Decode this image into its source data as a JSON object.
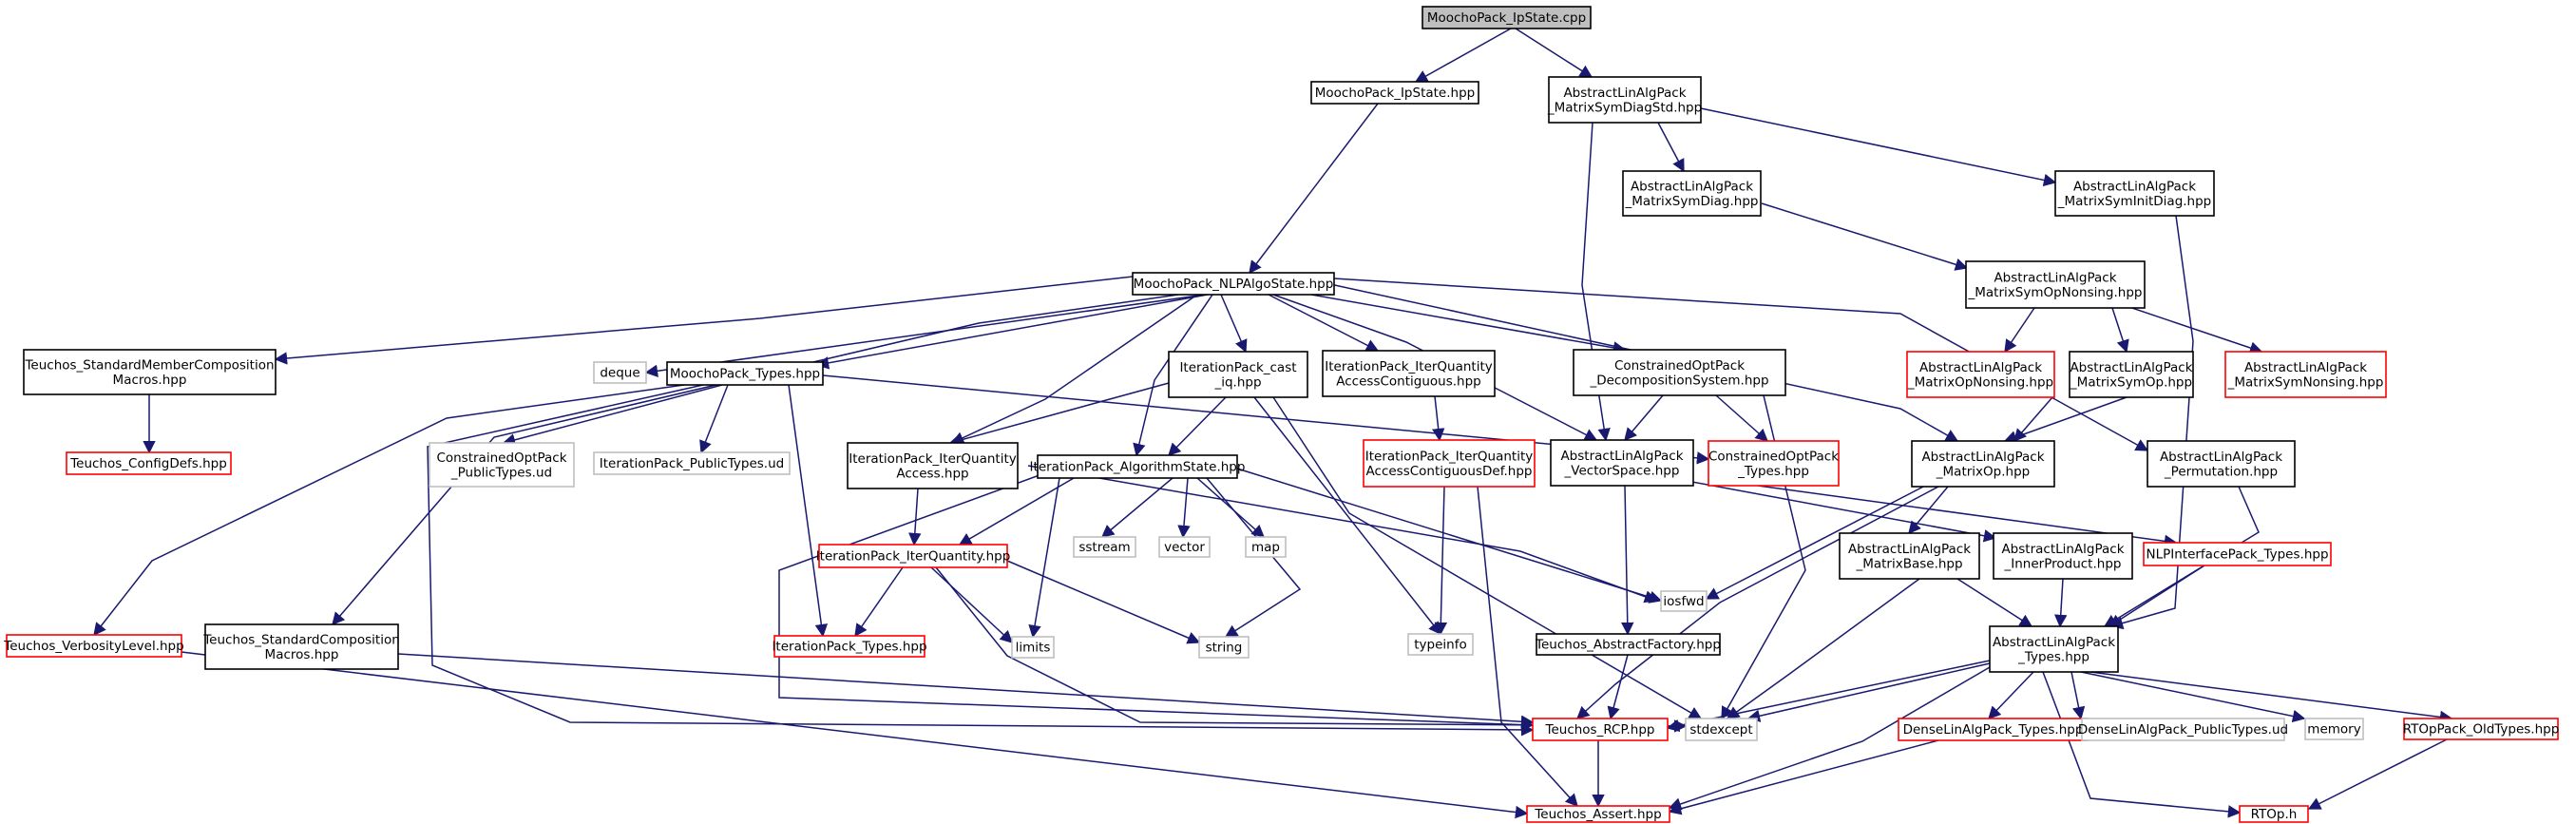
{
  "diagram": {
    "colors": {
      "normal_border": "#000000",
      "red_border": "#ff0000",
      "gray_border": "#bfbfbf",
      "root_fill": "#bfbfbf",
      "edge": "#191970"
    },
    "nodes": [
      {
        "id": "ipstate_cpp",
        "lines": [
          "MoochoPack_IpState.cpp"
        ],
        "style": "root"
      },
      {
        "id": "ipstate_hpp",
        "lines": [
          "MoochoPack_IpState.hpp"
        ],
        "style": "normal"
      },
      {
        "id": "msdiagstd",
        "lines": [
          "AbstractLinAlgPack",
          "_MatrixSymDiagStd.hpp"
        ],
        "style": "normal"
      },
      {
        "id": "msdiag",
        "lines": [
          "AbstractLinAlgPack",
          "_MatrixSymDiag.hpp"
        ],
        "style": "normal"
      },
      {
        "id": "msinitdiag",
        "lines": [
          "AbstractLinAlgPack",
          "_MatrixSymInitDiag.hpp"
        ],
        "style": "normal"
      },
      {
        "id": "nlpalgostate",
        "lines": [
          "MoochoPack_NLPAlgoState.hpp"
        ],
        "style": "normal"
      },
      {
        "id": "msopnonsing",
        "lines": [
          "AbstractLinAlgPack",
          "_MatrixSymOpNonsing.hpp"
        ],
        "style": "normal"
      },
      {
        "id": "stdmembercomp",
        "lines": [
          "Teuchos_StandardMemberComposition",
          "Macros.hpp"
        ],
        "style": "normal"
      },
      {
        "id": "deque",
        "lines": [
          "deque"
        ],
        "style": "gray"
      },
      {
        "id": "moochotypes",
        "lines": [
          "MoochoPack_Types.hpp"
        ],
        "style": "normal"
      },
      {
        "id": "itercast",
        "lines": [
          "IterationPack_cast",
          "_iq.hpp"
        ],
        "style": "normal"
      },
      {
        "id": "iqaccesscontig",
        "lines": [
          "IterationPack_IterQuantity",
          "AccessContiguous.hpp"
        ],
        "style": "normal"
      },
      {
        "id": "decompsys",
        "lines": [
          "ConstrainedOptPack",
          "_DecompositionSystem.hpp"
        ],
        "style": "normal"
      },
      {
        "id": "mopnonsing",
        "lines": [
          "AbstractLinAlgPack",
          "_MatrixOpNonsing.hpp"
        ],
        "style": "red"
      },
      {
        "id": "msymop",
        "lines": [
          "AbstractLinAlgPack",
          "_MatrixSymOp.hpp"
        ],
        "style": "normal"
      },
      {
        "id": "msymnonsing",
        "lines": [
          "AbstractLinAlgPack",
          "_MatrixSymNonsing.hpp"
        ],
        "style": "red"
      },
      {
        "id": "configdefs",
        "lines": [
          "Teuchos_ConfigDefs.hpp"
        ],
        "style": "red"
      },
      {
        "id": "copt_pubud",
        "lines": [
          "ConstrainedOptPack",
          "_PublicTypes.ud"
        ],
        "style": "gray"
      },
      {
        "id": "iter_pubud",
        "lines": [
          "IterationPack_PublicTypes.ud"
        ],
        "style": "gray"
      },
      {
        "id": "iqaccess",
        "lines": [
          "IterationPack_IterQuantity",
          "Access.hpp"
        ],
        "style": "normal"
      },
      {
        "id": "iqaccesscontigdef",
        "lines": [
          "IterationPack_IterQuantity",
          "AccessContiguousDef.hpp"
        ],
        "style": "red"
      },
      {
        "id": "vectorspace",
        "lines": [
          "AbstractLinAlgPack",
          "_VectorSpace.hpp"
        ],
        "style": "normal"
      },
      {
        "id": "copttypes",
        "lines": [
          "ConstrainedOptPack",
          "_Types.hpp"
        ],
        "style": "red"
      },
      {
        "id": "matrixop",
        "lines": [
          "AbstractLinAlgPack",
          "_MatrixOp.hpp"
        ],
        "style": "normal"
      },
      {
        "id": "permutation",
        "lines": [
          "AbstractLinAlgPack",
          "_Permutation.hpp"
        ],
        "style": "normal"
      },
      {
        "id": "algostate",
        "lines": [
          "IterationPack_AlgorithmState.hpp"
        ],
        "style": "normal"
      },
      {
        "id": "sstream",
        "lines": [
          "sstream"
        ],
        "style": "gray"
      },
      {
        "id": "vector",
        "lines": [
          "vector"
        ],
        "style": "gray"
      },
      {
        "id": "map",
        "lines": [
          "map"
        ],
        "style": "gray"
      },
      {
        "id": "typeinfo",
        "lines": [
          "typeinfo"
        ],
        "style": "gray"
      },
      {
        "id": "iosfwd",
        "lines": [
          "iosfwd"
        ],
        "style": "gray"
      },
      {
        "id": "matrixbase",
        "lines": [
          "AbstractLinAlgPack",
          "_MatrixBase.hpp"
        ],
        "style": "normal"
      },
      {
        "id": "innerproduct",
        "lines": [
          "AbstractLinAlgPack",
          "_InnerProduct.hpp"
        ],
        "style": "normal"
      },
      {
        "id": "nlptypes",
        "lines": [
          "NLPInterfacePack_Types.hpp"
        ],
        "style": "red"
      },
      {
        "id": "iterquantity",
        "lines": [
          "IterationPack_IterQuantity.hpp"
        ],
        "style": "red"
      },
      {
        "id": "verbosity",
        "lines": [
          "Teuchos_VerbosityLevel.hpp"
        ],
        "style": "red"
      },
      {
        "id": "stdcomp",
        "lines": [
          "Teuchos_StandardComposition",
          "Macros.hpp"
        ],
        "style": "normal"
      },
      {
        "id": "itertypes",
        "lines": [
          "IterationPack_Types.hpp"
        ],
        "style": "red"
      },
      {
        "id": "limits",
        "lines": [
          "limits"
        ],
        "style": "gray"
      },
      {
        "id": "string",
        "lines": [
          "string"
        ],
        "style": "gray"
      },
      {
        "id": "absfactory",
        "lines": [
          "Teuchos_AbstractFactory.hpp"
        ],
        "style": "normal"
      },
      {
        "id": "alatypes",
        "lines": [
          "AbstractLinAlgPack",
          "_Types.hpp"
        ],
        "style": "normal"
      },
      {
        "id": "rcp",
        "lines": [
          "Teuchos_RCP.hpp"
        ],
        "style": "red"
      },
      {
        "id": "stdexcept",
        "lines": [
          "stdexcept"
        ],
        "style": "gray"
      },
      {
        "id": "denselintypes",
        "lines": [
          "DenseLinAlgPack_Types.hpp"
        ],
        "style": "red"
      },
      {
        "id": "dense_pubud",
        "lines": [
          "DenseLinAlgPack_PublicTypes.ud"
        ],
        "style": "gray"
      },
      {
        "id": "memory",
        "lines": [
          "memory"
        ],
        "style": "gray"
      },
      {
        "id": "rtopoldtypes",
        "lines": [
          "RTOpPack_OldTypes.hpp"
        ],
        "style": "red"
      },
      {
        "id": "teuchosassert",
        "lines": [
          "Teuchos_Assert.hpp"
        ],
        "style": "red"
      },
      {
        "id": "rtoph",
        "lines": [
          "RTOp.h"
        ],
        "style": "red"
      }
    ]
  }
}
